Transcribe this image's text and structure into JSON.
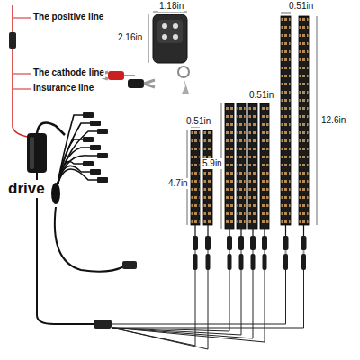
{
  "diagram": {
    "labels": [
      "The positive line",
      "1.18in",
      "0.51in",
      "2.16in",
      "The cathode line",
      "Insurance line",
      "0.51in",
      "12.6in",
      "0.51in",
      "5.9in",
      "4.7in",
      "drive"
    ]
  }
}
